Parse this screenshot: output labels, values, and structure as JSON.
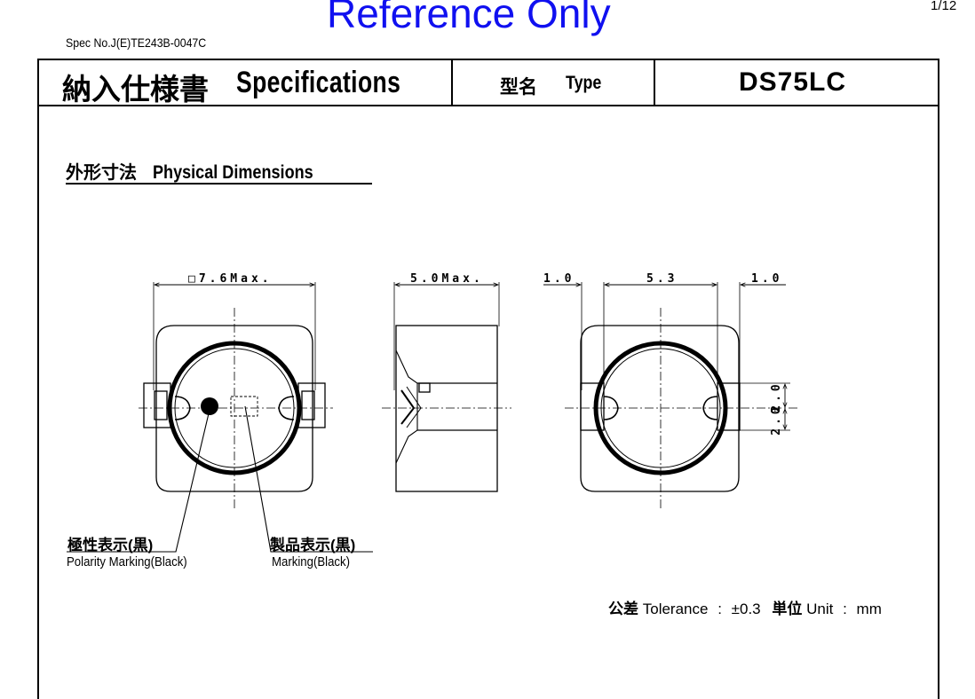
{
  "watermark": "Reference Only",
  "page_number": "1/12",
  "spec_no": "Spec No.J(E)TE243B-0047C",
  "header": {
    "title_jp": "納入仕様書",
    "title_en": "Specifications",
    "type_label_jp": "型名",
    "type_label_en": "Type",
    "type_value": "DS75LC"
  },
  "section": {
    "heading_jp": "外形寸法",
    "heading_en": "Physical Dimensions"
  },
  "dimensions": {
    "front_width": "□7.6Max.",
    "side_depth": "5.0Max.",
    "back_left": "1.0",
    "back_center": "5.3",
    "back_right": "1.0",
    "back_height_top": "2.0",
    "back_height_bottom": "2.0"
  },
  "callouts": {
    "polarity_jp": "極性表示(黒)",
    "polarity_en": "Polarity Marking(Black)",
    "marking_jp": "製品表示(黒)",
    "marking_en": "Marking(Black)"
  },
  "tolerance": {
    "label_jp": "公差",
    "label_en": "Tolerance",
    "sep1": ":",
    "value": "±0.3",
    "unit_label_jp": "単位",
    "unit_label_en": "Unit",
    "sep2": ":",
    "unit": "mm"
  }
}
